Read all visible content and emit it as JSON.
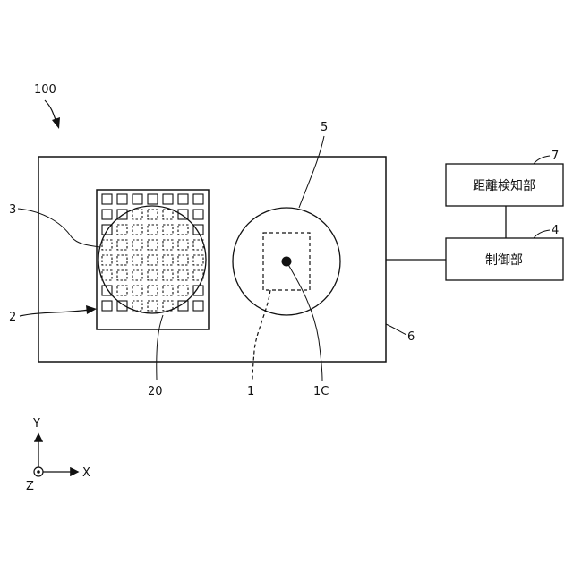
{
  "labels": {
    "device": "100",
    "stage": "6",
    "grid_area": "2",
    "large_circle_left": "3",
    "grid_cell": "20",
    "right_circle": "5",
    "dashed_region": "1",
    "center_point": "1C",
    "distance_unit_ref": "7",
    "control_unit_ref": "4"
  },
  "boxes": {
    "distance_unit": "距離検知部",
    "control_unit": "制御部"
  },
  "axes": {
    "y": "Y",
    "x": "X",
    "z": "Z"
  }
}
